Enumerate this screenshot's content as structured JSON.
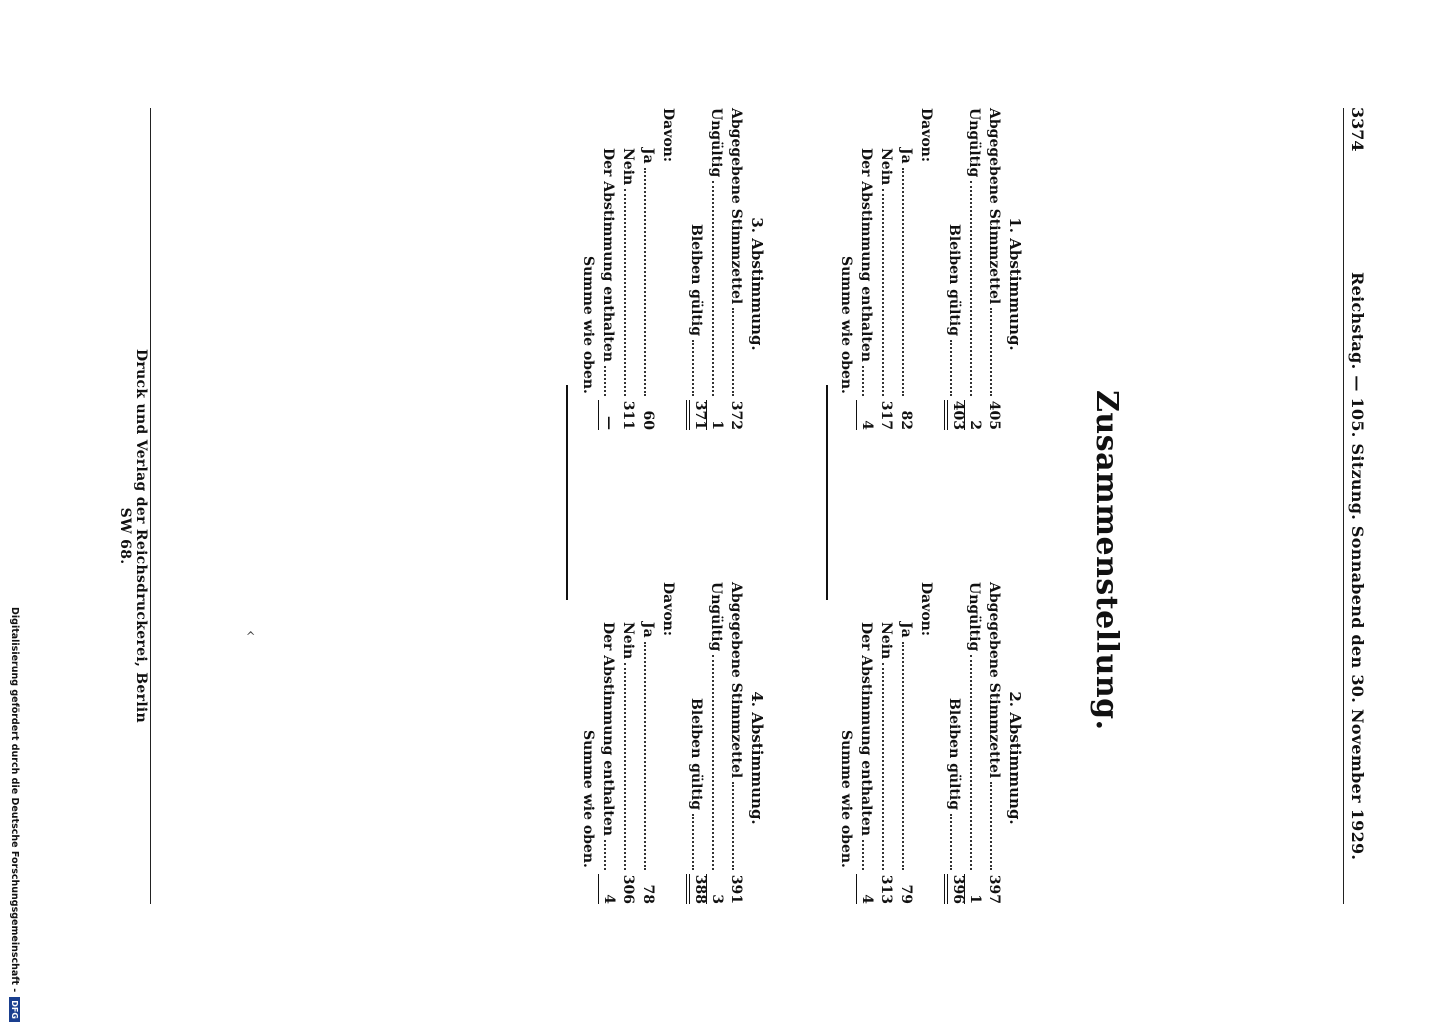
{
  "header": {
    "page_number": "3374",
    "running_head": "Reichstag. — 105. Sitzung. Sonnabend den 30. November 1929."
  },
  "title": "Zusammenstellung.",
  "votes": [
    {
      "title": "1. Abstimmung.",
      "abgegeben_label": "Abgegebene Stimmzettel",
      "abgegeben": "405",
      "ungueltig_label": "Ungültig",
      "ungueltig": "2",
      "gueltig_label": "Bleiben gültig",
      "gueltig": "403",
      "davon_label": "Davon:",
      "ja_label": "Ja",
      "ja": "82",
      "nein_label": "Nein",
      "nein": "317",
      "enthalten_label": "Der Abstimmung enthalten",
      "enthalten": "4",
      "summe_label": "Summe wie oben."
    },
    {
      "title": "2. Abstimmung.",
      "abgegeben_label": "Abgegebene Stimmzettel",
      "abgegeben": "397",
      "ungueltig_label": "Ungültig",
      "ungueltig": "1",
      "gueltig_label": "Bleiben gültig",
      "gueltig": "396",
      "davon_label": "Davon:",
      "ja_label": "Ja",
      "ja": "79",
      "nein_label": "Nein",
      "nein": "313",
      "enthalten_label": "Der Abstimmung enthalten",
      "enthalten": "4",
      "summe_label": "Summe wie oben."
    },
    {
      "title": "3. Abstimmung.",
      "abgegeben_label": "Abgegebene Stimmzettel",
      "abgegeben": "372",
      "ungueltig_label": "Ungültig",
      "ungueltig": "1",
      "gueltig_label": "Bleiben gültig",
      "gueltig": "371",
      "davon_label": "Davon:",
      "ja_label": "Ja",
      "ja": "60",
      "nein_label": "Nein",
      "nein": "311",
      "enthalten_label": "Der Abstimmung enthalten",
      "enthalten": "—",
      "summe_label": "Summe wie oben."
    },
    {
      "title": "4. Abstimmung.",
      "abgegeben_label": "Abgegebene Stimmzettel",
      "abgegeben": "391",
      "ungueltig_label": "Ungültig",
      "ungueltig": "3",
      "gueltig_label": "Bleiben gültig",
      "gueltig": "388",
      "davon_label": "Davon:",
      "ja_label": "Ja",
      "ja": "78",
      "nein_label": "Nein",
      "nein": "306",
      "enthalten_label": "Der Abstimmung enthalten",
      "enthalten": "4",
      "summe_label": "Summe wie oben."
    }
  ],
  "footer": {
    "imprint": "Druck und Verlag der Reichsdruckerei, Berlin SW 68."
  },
  "margin_note": {
    "text": "Digitalisierung gefördert durch die Deutsche Forschungsgemeinschaft -",
    "logo": "DFG"
  }
}
